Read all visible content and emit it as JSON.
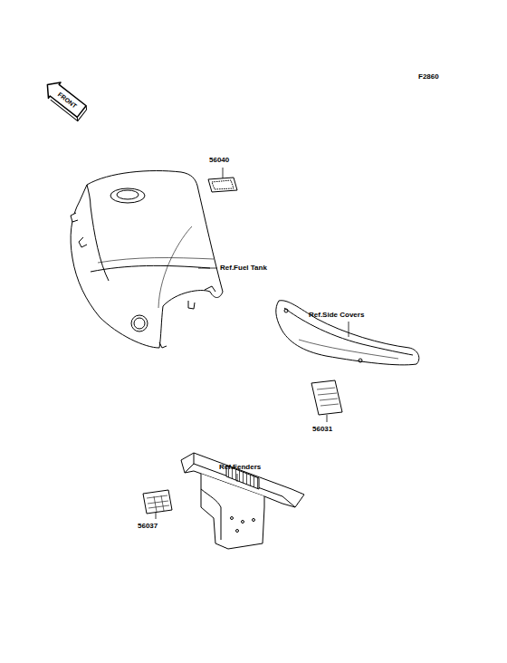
{
  "diagram": {
    "labels": [
      "F2860",
      "FRONT",
      "56040",
      "Ref.Fuel Tank",
      "Ref.Side Covers",
      "56031",
      "Ref.Fenders",
      "56037"
    ]
  }
}
